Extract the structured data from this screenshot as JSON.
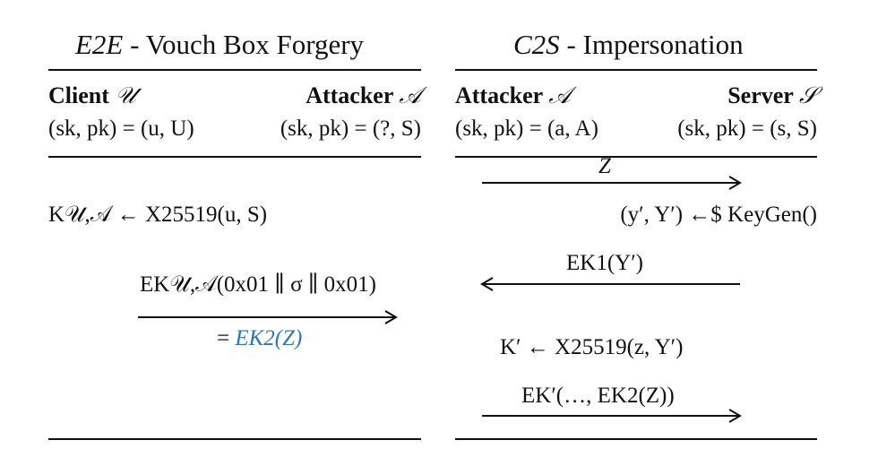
{
  "left": {
    "title_it": "E2E",
    "title_rest": " - Vouch Box Forgery",
    "client_label": "Client",
    "client_sym": "𝒰",
    "attacker_label": "Attacker",
    "attacker_sym": "𝒜",
    "client_keys": "(sk, pk) = (u, U)",
    "attacker_keys": "(sk, pk) = (?, S)",
    "step1": "K𝒰,𝒜 ← X25519(u, S)",
    "msg_above": "EK𝒰,𝒜(0x01 ∥ σ ∥ 0x01)",
    "msg_below_eq": "=",
    "msg_below": "EK2(Z)"
  },
  "right": {
    "title_it": "C2S",
    "title_rest": " - Impersonation",
    "attacker_label": "Attacker",
    "attacker_sym": "𝒜",
    "server_label": "Server",
    "server_sym": "𝒮",
    "attacker_keys": "(sk, pk) = (a, A)",
    "server_keys": "(sk, pk) = (s, S)",
    "msg1": "Z",
    "step1": "(y′, Y′) ←$ KeyGen()",
    "msg2": "EK1(Y′)",
    "step2": "K′ ← X25519(z, Y′)",
    "msg3": "EK′(…, EK2(Z))"
  }
}
